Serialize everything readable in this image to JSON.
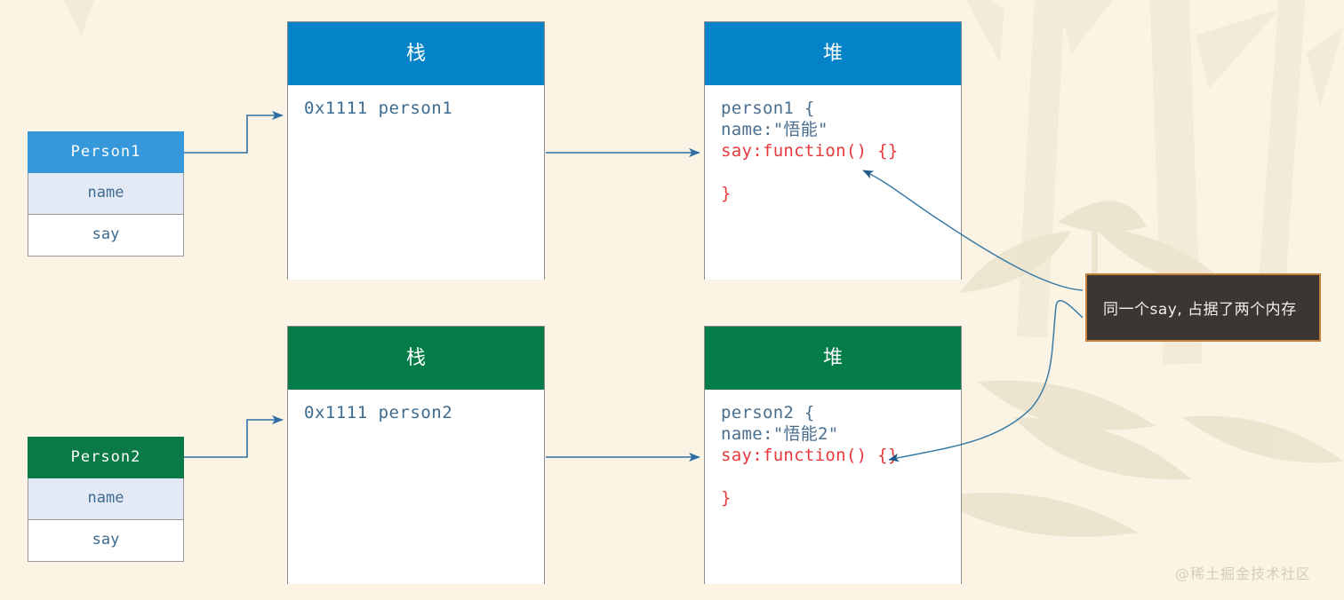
{
  "background": {
    "color": "#fbf4e4",
    "art": "bamboo-silhouette"
  },
  "palette": {
    "blue_header": "#0583c8",
    "green_header": "#047c48",
    "blue_object": "#3498db",
    "green_object": "#097a46",
    "shaded_row": "#e4eaf5",
    "accent_red": "#e8393c",
    "text_blue": "#3d6c90",
    "callout_bg": "#3b3633",
    "callout_border": "#c5803c",
    "connector": "#2f6fa5"
  },
  "objects": [
    {
      "name": "person1-object-table",
      "title": "Person1",
      "rows": [
        "name",
        "say"
      ],
      "accent": "#3498db"
    },
    {
      "name": "person2-object-table",
      "title": "Person2",
      "rows": [
        "name",
        "say"
      ],
      "accent": "#097a46"
    }
  ],
  "stacks": [
    {
      "name": "stack-top",
      "title": "栈",
      "entry": "0x1111 person1",
      "accent": "#0583c8"
    },
    {
      "name": "stack-bottom",
      "title": "栈",
      "entry": "0x1111 person2",
      "accent": "#047c48"
    }
  ],
  "heaps": [
    {
      "name": "heap-top",
      "title": "堆",
      "accent": "#0583c8",
      "lines": [
        {
          "text": "person1 {",
          "style": "plain"
        },
        {
          "text": "name:\"悟能\"",
          "style": "plain"
        },
        {
          "text": "say:function() {}",
          "style": "accent"
        },
        {
          "text": "",
          "style": "spacer"
        },
        {
          "text": "}",
          "style": "accent"
        }
      ]
    },
    {
      "name": "heap-bottom",
      "title": "堆",
      "accent": "#047c48",
      "lines": [
        {
          "text": "person2 {",
          "style": "plain"
        },
        {
          "text": "name:\"悟能2\"",
          "style": "plain"
        },
        {
          "text": "say:function() {}",
          "style": "accent"
        },
        {
          "text": "",
          "style": "spacer"
        },
        {
          "text": "}",
          "style": "accent"
        }
      ]
    }
  ],
  "callout": {
    "text": "同一个say, 占据了两个内存"
  },
  "watermark": {
    "text": "@稀土掘金技术社区"
  }
}
